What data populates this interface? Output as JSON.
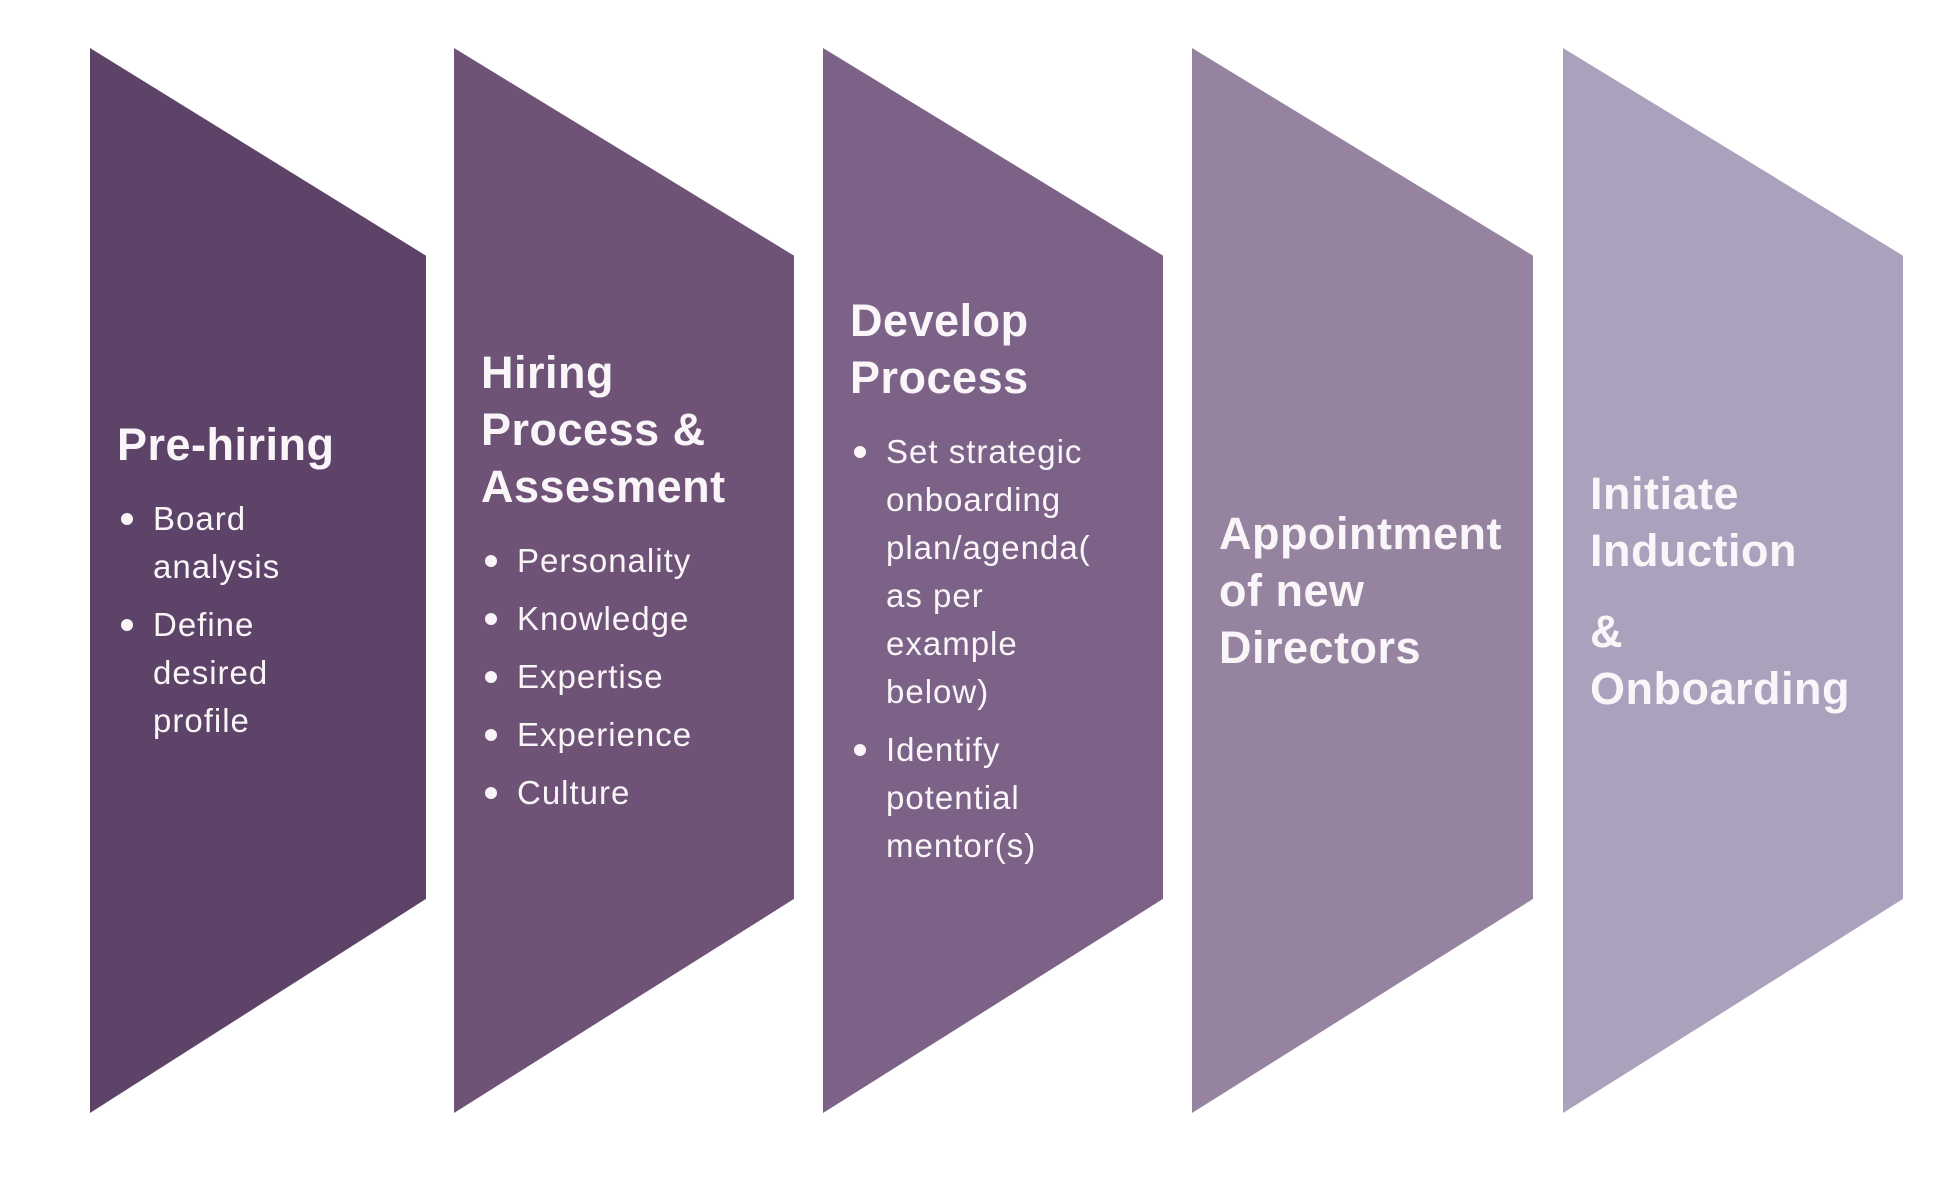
{
  "canvas": {
    "background_color": "#ffffff",
    "text_color": "#f9f5f9"
  },
  "diagram": {
    "name": "director-onboarding-process-flow",
    "steps": [
      {
        "title": "Pre-hiring",
        "color": "#5e4368",
        "bullets": [
          "Board\nanalysis",
          "Define\ndesired\nprofile"
        ]
      },
      {
        "title": "Hiring\nProcess &\nAssesment",
        "color": "#6e5377",
        "bullets": [
          "Personality",
          "Knowledge",
          "Expertise",
          "Experience",
          "Culture"
        ]
      },
      {
        "title": "Develop\nProcess",
        "color": "#7d6287",
        "bullets": [
          "Set strategic\nonboarding\nplan/agenda(\nas per\nexample\nbelow)",
          "Identify\npotential\nmentor(s)"
        ]
      },
      {
        "title": "Appointment\nof new\nDirectors",
        "color": "#95839f",
        "bullets": []
      },
      {
        "title": "Initiate\nInduction",
        "subtitle": "&\nOnboarding",
        "color": "#aba1bc",
        "bullets": []
      }
    ]
  }
}
